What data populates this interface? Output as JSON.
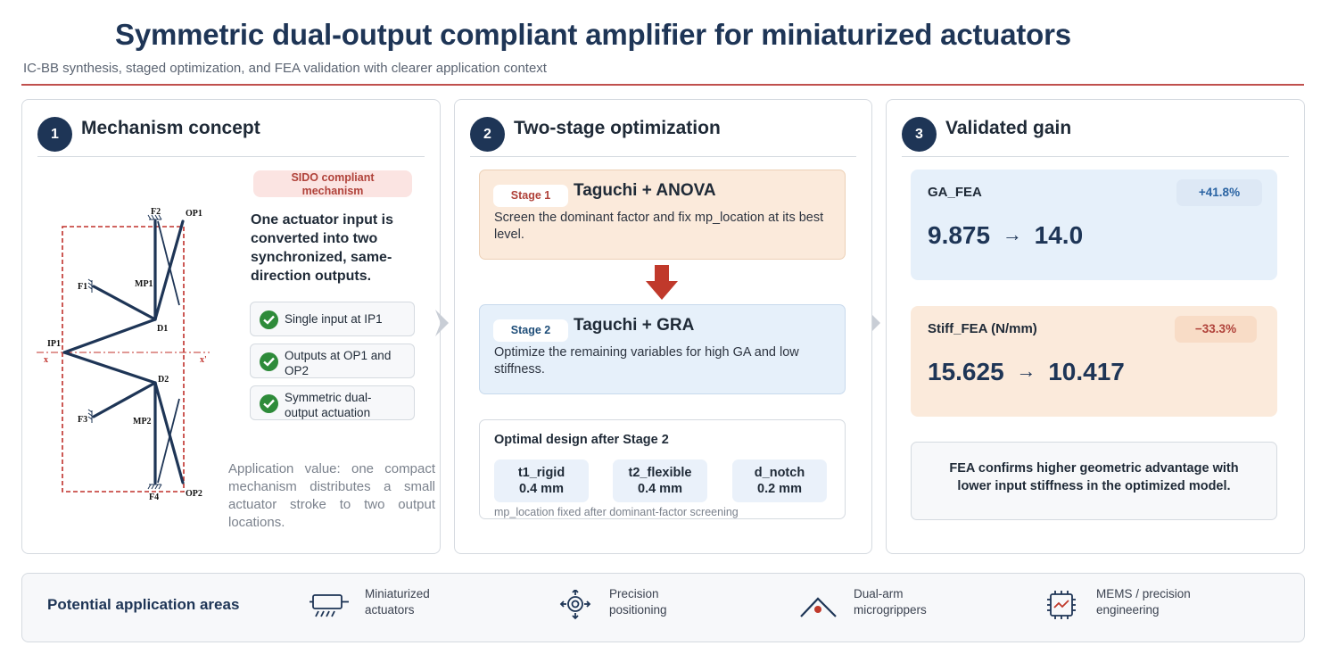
{
  "header": {
    "title": "Symmetric dual-output compliant amplifier for miniaturized actuators",
    "subtitle": "IC-BB synthesis, staged optimization, and FEA validation with clearer application context"
  },
  "panel1": {
    "number": "1",
    "title": "Mechanism concept",
    "tag": "SIDO compliant mechanism",
    "description": "One actuator input is converted into two synchronized, same-direction outputs.",
    "checks": [
      "Single input at IP1",
      "Outputs at OP1 and OP2",
      "Symmetric dual-output actuation"
    ],
    "application_value": "Application value: one compact mechanism distributes a small actuator stroke to two output locations.",
    "diagram_labels": {
      "f2": "F2",
      "op1": "OP1",
      "f1": "F1",
      "mp1": "MP1",
      "d1": "D1",
      "ip1": "IP1",
      "x": "x",
      "x_prime": "x'",
      "d2": "D2",
      "f3": "F3",
      "mp2": "MP2",
      "f4": "F4",
      "op2": "OP2"
    }
  },
  "panel2": {
    "number": "2",
    "title": "Two-stage optimization",
    "stage1": {
      "tag": "Stage 1",
      "name": "Taguchi + ANOVA",
      "desc": "Screen the dominant factor and fix mp_location at its best level."
    },
    "stage2": {
      "tag": "Stage 2",
      "name": "Taguchi + GRA",
      "desc": "Optimize the remaining variables for high GA and low stiffness."
    },
    "optimal": {
      "title": "Optimal design after Stage 2",
      "params": [
        {
          "name": "t1_rigid",
          "value": "0.4 mm"
        },
        {
          "name": "t2_flexible",
          "value": "0.4 mm"
        },
        {
          "name": "d_notch",
          "value": "0.2 mm"
        }
      ],
      "note": "mp_location fixed after dominant-factor screening"
    }
  },
  "panel3": {
    "number": "3",
    "title": "Validated gain",
    "metrics": [
      {
        "name": "GA_FEA",
        "change": "+41.8%",
        "from": "9.875",
        "to": "14.0"
      },
      {
        "name": "Stiff_FEA (N/mm)",
        "change": "−33.3%",
        "from": "15.625",
        "to": "10.417"
      }
    ],
    "arrow": "→",
    "conclusion": "FEA confirms higher geometric advantage with lower input stiffness in the optimized model."
  },
  "applications": {
    "title": "Potential application areas",
    "items": [
      {
        "label_line1": "Miniaturized",
        "label_line2": "actuators",
        "icon": "actuator-icon"
      },
      {
        "label_line1": "Precision",
        "label_line2": "positioning",
        "icon": "target-icon"
      },
      {
        "label_line1": "Dual-arm",
        "label_line2": "microgrippers",
        "icon": "gripper-icon"
      },
      {
        "label_line1": "MEMS / precision",
        "label_line2": "engineering",
        "icon": "chip-icon"
      }
    ]
  },
  "colors": {
    "navy": "#1e3556",
    "accent_red": "#c0504d",
    "stage1_bg": "#fbeadb",
    "stage2_bg": "#e6f0fa",
    "check_green": "#2e8b3a"
  }
}
